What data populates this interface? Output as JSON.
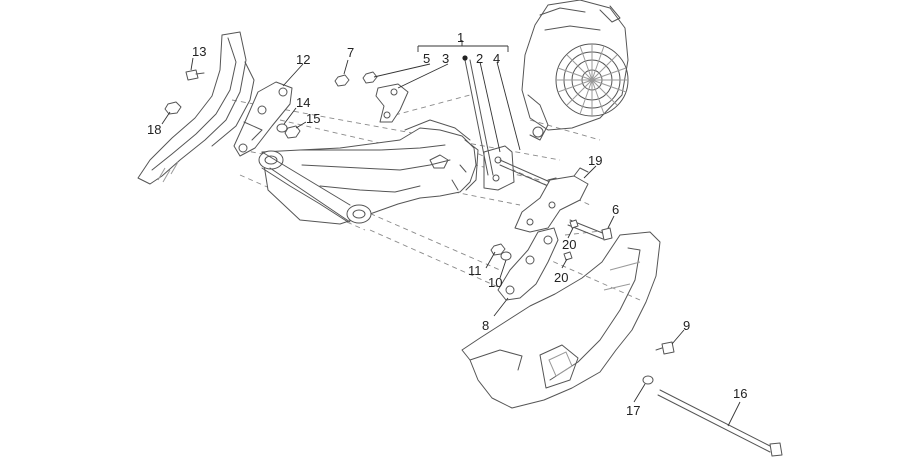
{
  "diagram": {
    "callouts": [
      {
        "id": "c1",
        "text": "1"
      },
      {
        "id": "c2",
        "text": "2"
      },
      {
        "id": "c3",
        "text": "3"
      },
      {
        "id": "c4",
        "text": "4"
      },
      {
        "id": "c5",
        "text": "5"
      },
      {
        "id": "c6",
        "text": "6"
      },
      {
        "id": "c7",
        "text": "7"
      },
      {
        "id": "c8",
        "text": "8"
      },
      {
        "id": "c9",
        "text": "9"
      },
      {
        "id": "c10",
        "text": "10"
      },
      {
        "id": "c11",
        "text": "11"
      },
      {
        "id": "c12",
        "text": "12"
      },
      {
        "id": "c13",
        "text": "13"
      },
      {
        "id": "c14",
        "text": "14"
      },
      {
        "id": "c15",
        "text": "15"
      },
      {
        "id": "c16",
        "text": "16"
      },
      {
        "id": "c17",
        "text": "17"
      },
      {
        "id": "c18",
        "text": "18"
      },
      {
        "id": "c19",
        "text": "19"
      },
      {
        "id": "c20a",
        "text": "20"
      },
      {
        "id": "c20b",
        "text": "20"
      }
    ]
  }
}
